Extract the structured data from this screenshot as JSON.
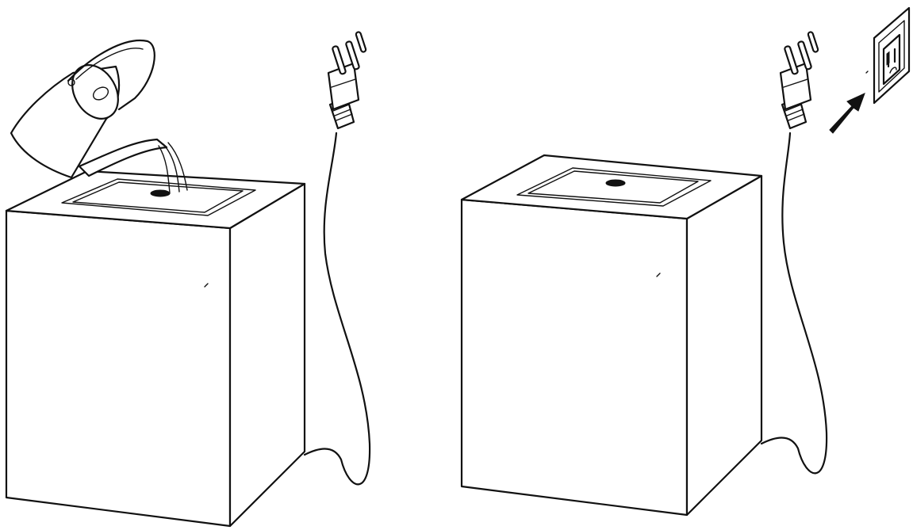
{
  "figure": {
    "panels": [
      {
        "id": "fill-water",
        "steps": [
          "pour-water-into-reservoir"
        ]
      },
      {
        "id": "plug-in",
        "steps": [
          "plug-into-wall-outlet"
        ]
      }
    ],
    "icons": [
      "watering-can-icon",
      "power-plug-icon",
      "wall-outlet-icon",
      "arrow-icon"
    ],
    "line_color": "#111111",
    "background": "#ffffff"
  }
}
